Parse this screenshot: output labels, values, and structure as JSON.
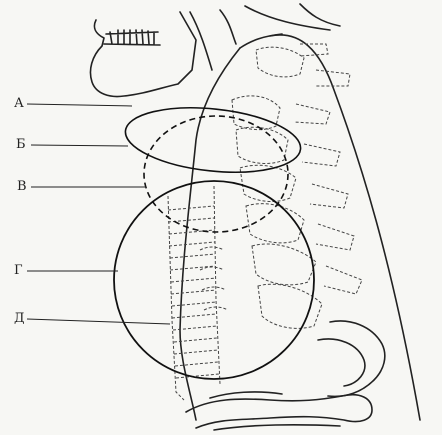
{
  "figure": {
    "labels": [
      {
        "key": "a",
        "text": "А"
      },
      {
        "key": "b",
        "text": "Б"
      },
      {
        "key": "v",
        "text": "В"
      },
      {
        "key": "g",
        "text": "Г"
      },
      {
        "key": "d",
        "text": "Д"
      }
    ]
  }
}
